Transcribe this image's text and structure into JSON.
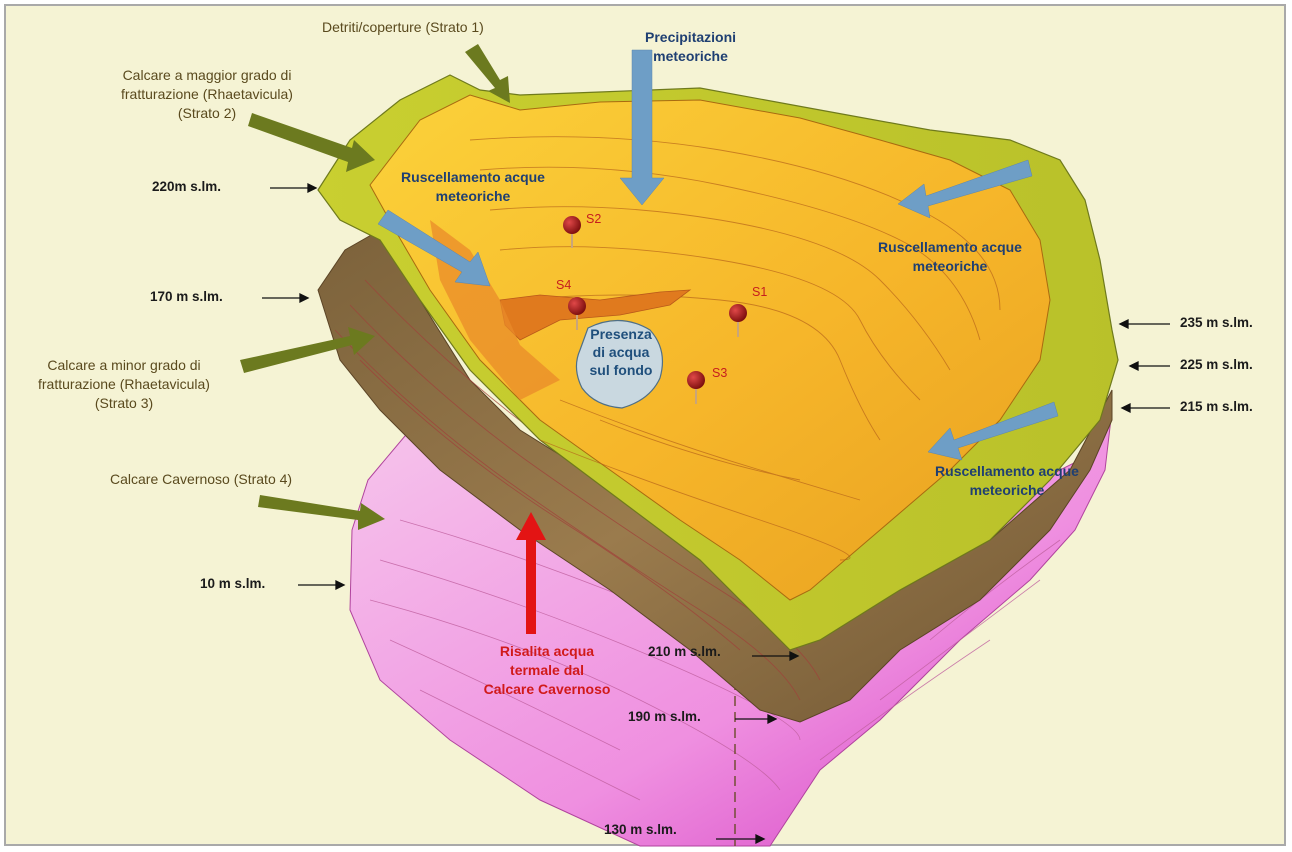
{
  "labels": {
    "strato1": "Detriti/coperture (Strato 1)",
    "strato2": [
      "Calcare a maggior grado di",
      "fratturazione (Rhaetavicula)",
      "(Strato 2)"
    ],
    "strato3": [
      "Calcare a minor grado di",
      "fratturazione (Rhaetavicula)",
      "(Strato 3)"
    ],
    "strato4": "Calcare Cavernoso (Strato 4)",
    "precipitation": [
      "Precipitazioni",
      "meteoriche"
    ],
    "runoff": [
      "Ruscellamento acque",
      "meteoriche"
    ],
    "water_bottom": [
      "Presenza",
      "di acqua",
      "sul fondo"
    ],
    "thermal_rise": [
      "Risalita acqua",
      "termale dal",
      "Calcare Cavernoso"
    ]
  },
  "elevations": {
    "e220": "220m s.lm.",
    "e170": "170 m s.lm.",
    "e10": "10 m s.lm.",
    "e235": "235 m s.lm.",
    "e225": "225 m s.lm.",
    "e215": "215 m s.lm.",
    "e210": "210 m s.lm.",
    "e190": "190 m s.lm.",
    "e130": "130 m s.lm."
  },
  "wells": {
    "s1": "S1",
    "s2": "S2",
    "s3": "S3",
    "s4": "S4"
  },
  "colors": {
    "background": "#f5f3d4",
    "strato1_surface": "#f7b925",
    "strato2": "#cfd12c",
    "strato3": "#8e7348",
    "strato4": "#ef8fe0",
    "pit_floor": "#e07a1e",
    "runoff_arrow": "#6e9ec6",
    "strata_arrow": "#6c7a1f",
    "thermal_arrow": "#e31414",
    "water": "#c9d8e0"
  }
}
